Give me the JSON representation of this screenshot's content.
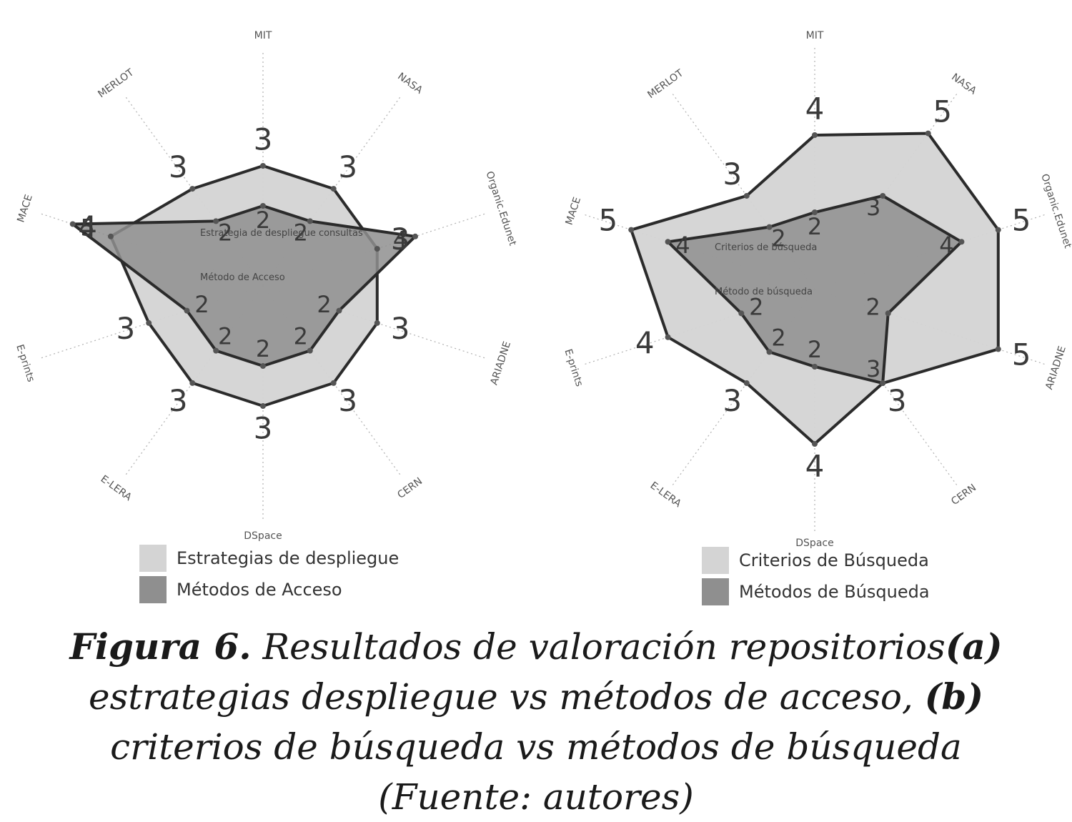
{
  "chart_data": [
    {
      "type": "radar",
      "axes": [
        "MIT",
        "NASA",
        "Organic.Edunet",
        "ARIADNE",
        "CERN",
        "DSpace",
        "E-LERA",
        "E-prints",
        "MACE",
        "MERLOT"
      ],
      "series": [
        {
          "name": "Estrategias de despliegue",
          "values": [
            3,
            3,
            3,
            3,
            3,
            3,
            3,
            3,
            4,
            3
          ],
          "color": "#d4d4d4"
        },
        {
          "name": "Métodos de Acceso",
          "values": [
            2,
            2,
            4,
            2,
            2,
            2,
            2,
            2,
            5,
            2
          ],
          "color": "#8f8f8f"
        }
      ],
      "inner_annotations": [
        "Estrategia de despliegue consultas",
        "Método de Acceso"
      ],
      "value_range": [
        0,
        5
      ]
    },
    {
      "type": "radar",
      "axes": [
        "MIT",
        "NASA",
        "Organic.Edunet",
        "ARIADNE",
        "CERN",
        "DSpace",
        "E-LERA",
        "E-prints",
        "MACE",
        "MERLOT"
      ],
      "series": [
        {
          "name": "Criterios de Búsqueda",
          "values": [
            4,
            5,
            5,
            5,
            3,
            4,
            3,
            4,
            5,
            3
          ],
          "color": "#d4d4d4"
        },
        {
          "name": "Métodos de Búsqueda",
          "values": [
            2,
            3,
            4,
            2,
            3,
            2,
            2,
            2,
            4,
            2
          ],
          "color": "#8f8f8f"
        }
      ],
      "inner_annotations": [
        "Criterios de búsqueda",
        "Método de búsqueda"
      ],
      "value_range": [
        0,
        5
      ]
    }
  ],
  "caption": {
    "label": "Figura 6.",
    "part1": " Resultados de valoración repositorios",
    "a": "(a)",
    "part2": " estrategias despliegue vs métodos de acceso, ",
    "b": "(b)",
    "part3": " criterios de búsqueda vs métodos de búsqueda (Fuente: autores)"
  }
}
